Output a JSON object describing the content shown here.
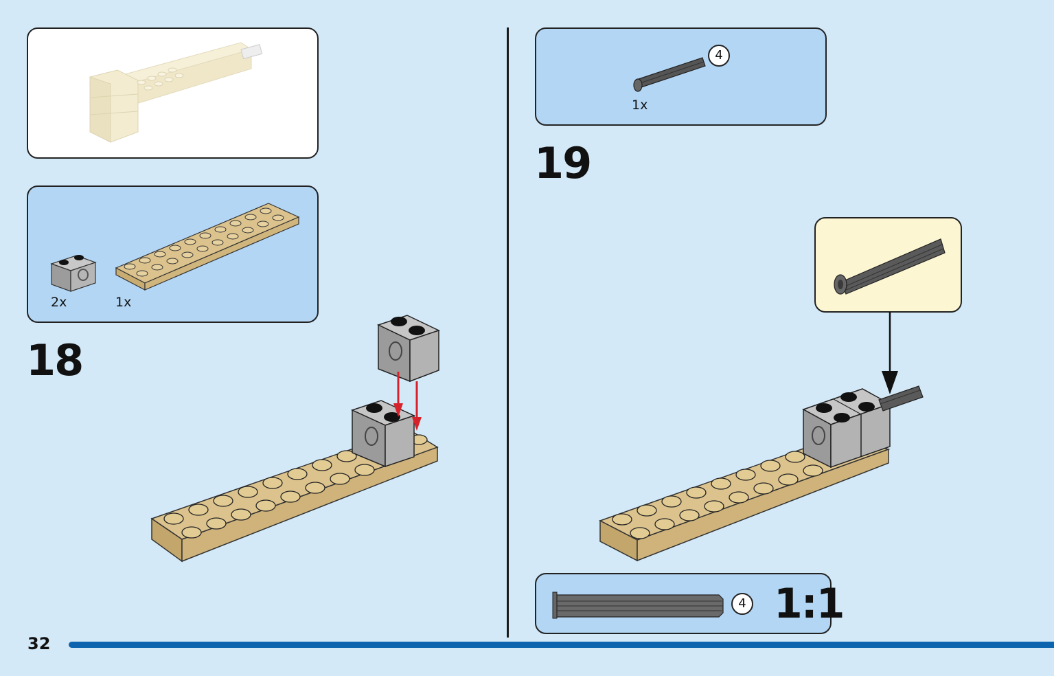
{
  "page": {
    "number": "32"
  },
  "step18": {
    "number": "18",
    "parts": [
      {
        "name": "gray technic brick 1x2",
        "qty": "2x"
      },
      {
        "name": "tan plate 2x12",
        "qty": "1x"
      }
    ]
  },
  "step19": {
    "number": "19",
    "parts": [
      {
        "name": "dark gray axle",
        "qty": "1x",
        "length": "4"
      }
    ],
    "scale_label": "1:1",
    "scale_length": "4"
  },
  "colors": {
    "background": "#d3e9f8",
    "panel_blue": "#b3d6f5",
    "tan": "#dcc38e",
    "gray": "#a0a0a0",
    "dark_gray": "#545454",
    "arrow_red": "#d6232b",
    "progress_blue": "#0b64ad"
  }
}
